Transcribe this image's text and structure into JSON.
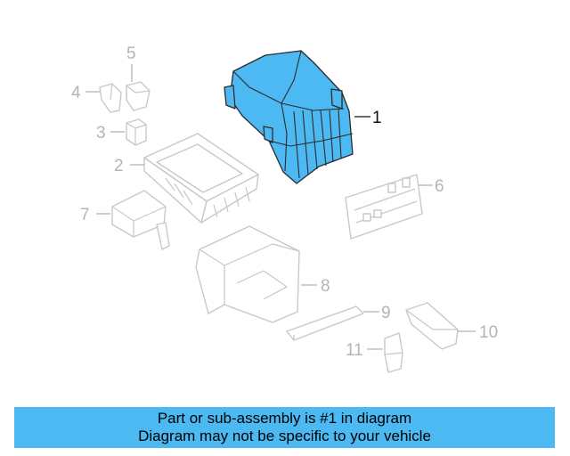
{
  "diagram": {
    "highlight_color": "#4cb9f2",
    "highlighted_part": "1",
    "callouts": [
      "1",
      "2",
      "3",
      "4",
      "5",
      "6",
      "7",
      "8",
      "9",
      "10",
      "11"
    ]
  },
  "banner": {
    "line1": "Part or sub-assembly is #1 in diagram",
    "line2": "Diagram may not be specific to your vehicle",
    "background": "#4cb9f2"
  }
}
